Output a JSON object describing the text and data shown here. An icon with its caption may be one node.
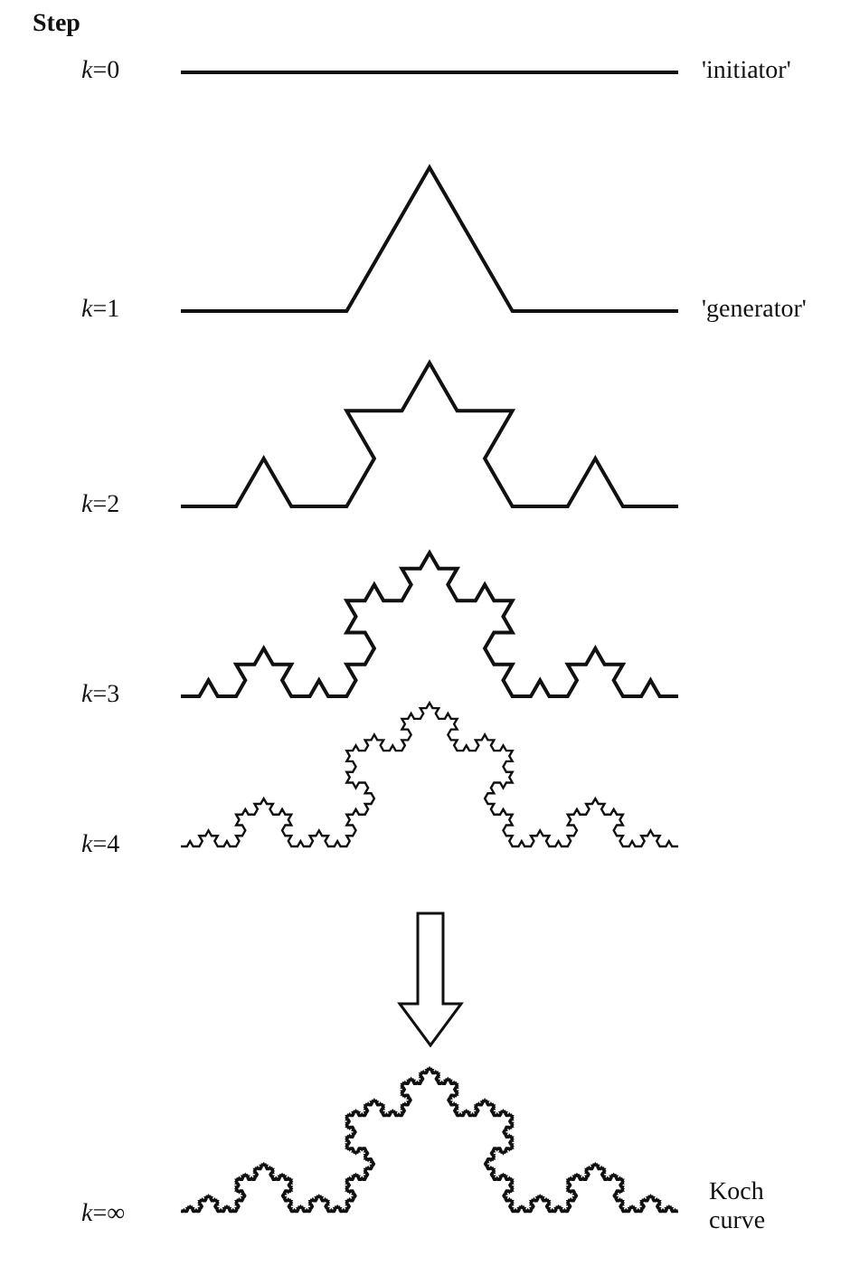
{
  "diagram": {
    "labels": [
      "Step",
      "*k*=0",
      "'initiator'",
      "*k*=1",
      "'generator'",
      "*k*=2",
      "*k*=3",
      "*k*=4",
      "*k*=∞",
      "Koch curve"
    ]
  }
}
